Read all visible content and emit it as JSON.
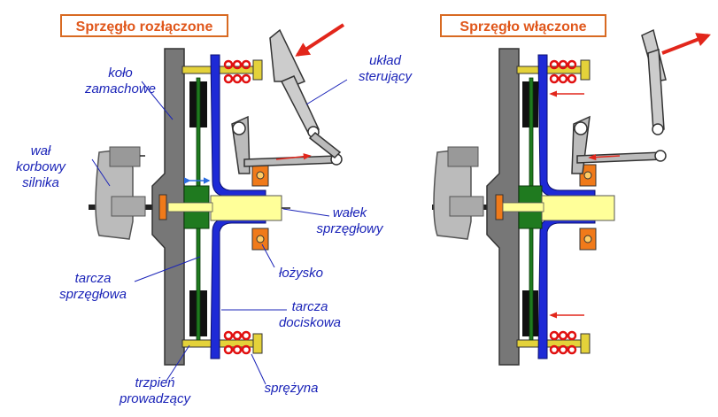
{
  "titles": {
    "disengaged": "Sprzęgło rozłączone",
    "engaged": "Sprzęgło włączone"
  },
  "labels": {
    "kolo_1": "koło",
    "kolo_2": "zamachowe",
    "wal_1": "wał",
    "wal_2": "korbowy",
    "wal_3": "silnika",
    "tarcza_sprz_1": "tarcza",
    "tarcza_sprz_2": "sprzęgłowa",
    "trzpien_1": "trzpień",
    "trzpien_2": "prowadzący",
    "uklad_1": "układ",
    "uklad_2": "sterujący",
    "walek_1": "wałek",
    "walek_2": "sprzęgłowy",
    "lozysko": "łożysko",
    "tarcza_doc_1": "tarcza",
    "tarcza_doc_2": "dociskowa",
    "sprezyna": "sprężyna"
  },
  "colors": {
    "flywheel": "#777777",
    "housing": "#1e2ad6",
    "hub": "#ffff99",
    "clutch_disc": "#1f7a1f",
    "friction": "#111111",
    "spring": "#e11010",
    "arrow": "#e2261b",
    "label": "#1b24b8",
    "bearing": "#f07a1a"
  }
}
